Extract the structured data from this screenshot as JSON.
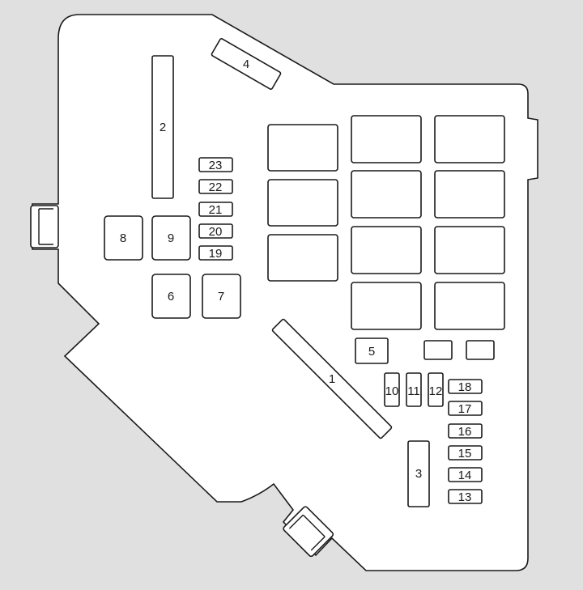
{
  "background_color": "#e0e0e0",
  "panel_color": "#ffffff",
  "line_color": "#1a1a1a",
  "fuse_labels": {
    "f1": "1",
    "f2": "2",
    "f3": "3",
    "f4": "4",
    "f5": "5",
    "f6": "6",
    "f7": "7",
    "f8": "8",
    "f9": "9",
    "f10": "10",
    "f11": "11",
    "f12": "12",
    "f13": "13",
    "f14": "14",
    "f15": "15",
    "f16": "16",
    "f17": "17",
    "f18": "18",
    "f19": "19",
    "f20": "20",
    "f21": "21",
    "f22": "22",
    "f23": "23"
  }
}
